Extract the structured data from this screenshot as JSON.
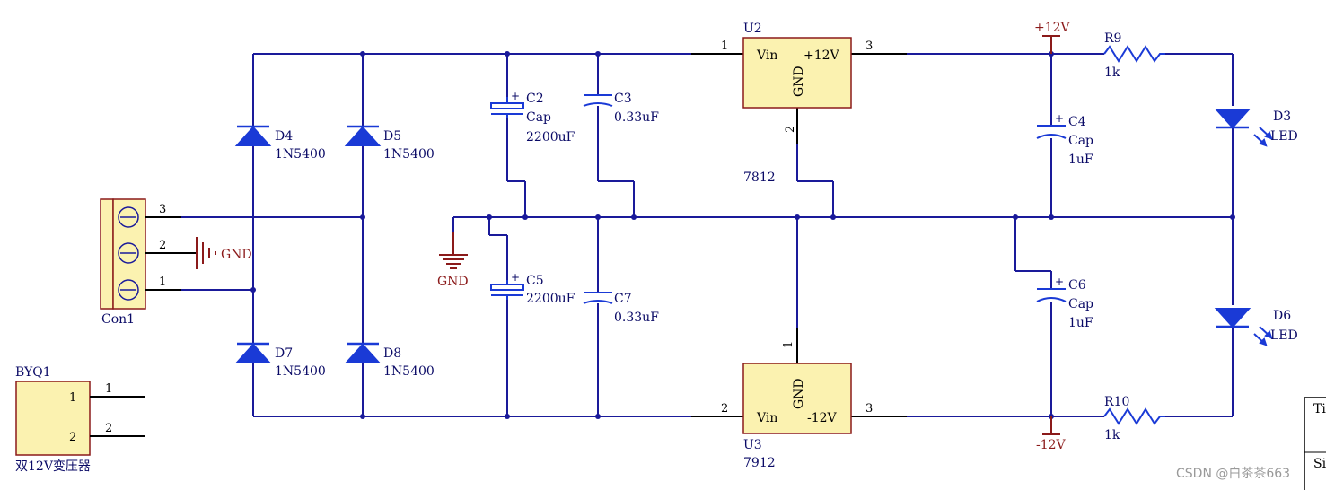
{
  "colors": {
    "wire": "#1a1a9a",
    "component": "#1a3ad6",
    "ic_fill": "#fbf2b0",
    "power": "#8b1a1a"
  },
  "connector": {
    "ref": "Con1",
    "pins": [
      "3",
      "2",
      "1"
    ]
  },
  "transformer": {
    "ref": "BYQ1",
    "name": "双12V变压器",
    "pins": [
      "1",
      "2"
    ],
    "inner_pins": [
      "1",
      "2"
    ]
  },
  "diodes": [
    {
      "ref": "D4",
      "value": "1N5400"
    },
    {
      "ref": "D5",
      "value": "1N5400"
    },
    {
      "ref": "D7",
      "value": "1N5400"
    },
    {
      "ref": "D8",
      "value": "1N5400"
    }
  ],
  "caps": {
    "c2": {
      "ref": "C2",
      "type": "Cap",
      "value": "2200uF"
    },
    "c3": {
      "ref": "C3",
      "value": "0.33uF"
    },
    "c5": {
      "ref": "C5",
      "value": "2200uF"
    },
    "c7": {
      "ref": "C7",
      "value": "0.33uF"
    },
    "c4": {
      "ref": "C4",
      "type": "Cap",
      "value": "1uF"
    },
    "c6": {
      "ref": "C6",
      "type": "Cap",
      "value": "1uF"
    }
  },
  "u2": {
    "ref": "U2",
    "part": "7812",
    "vin": "Vin",
    "out": "+12V",
    "gnd": "GND",
    "pin_in": "1",
    "pin_gnd": "2",
    "pin_out": "3"
  },
  "u3": {
    "ref": "U3",
    "part": "7912",
    "vin": "Vin",
    "out": "-12V",
    "gnd": "GND",
    "pin_in": "2",
    "pin_gnd": "1",
    "pin_out": "3"
  },
  "resistors": {
    "r9": {
      "ref": "R9",
      "value": "1k"
    },
    "r10": {
      "ref": "R10",
      "value": "1k"
    }
  },
  "leds": [
    {
      "ref": "D3",
      "value": "LED"
    },
    {
      "ref": "D6",
      "value": "LED"
    }
  ],
  "power": {
    "pos": "+12V",
    "neg": "-12V",
    "gnd": "GND"
  },
  "title_block": {
    "fragment_1": "Ti",
    "fragment_2": "Si"
  },
  "watermark": "CSDN @白茶茶663"
}
